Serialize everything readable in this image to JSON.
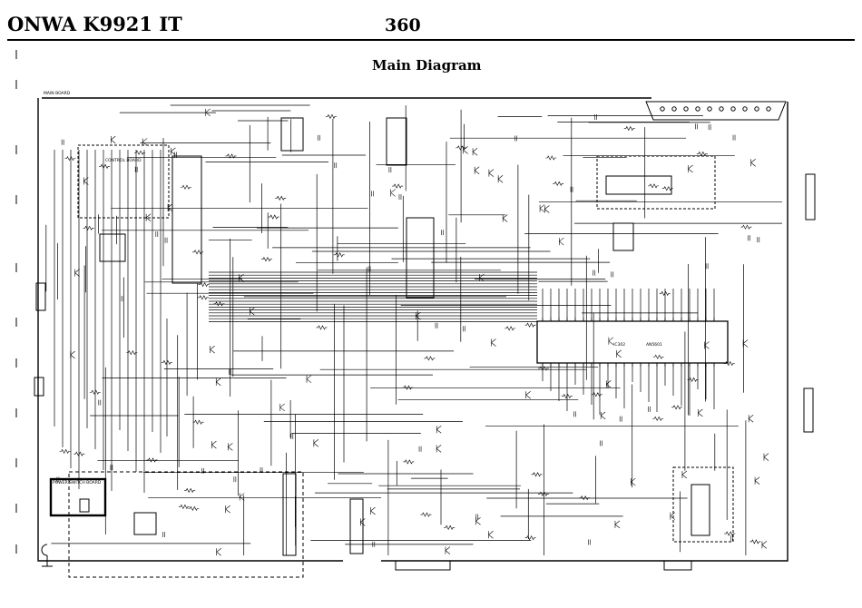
{
  "header": {
    "model": "ONWA K9921 IT",
    "page_number": "360",
    "title": "Main Diagram"
  },
  "diagram": {
    "board_labels": {
      "main_board": "MAIN BOARD",
      "control_board": "CONTROL BOARD",
      "power_switch_board": "POWER SWITCH BOARD"
    },
    "ic_labels": {
      "main_ic": "IC302",
      "main_ic_part": "AN5601"
    }
  }
}
